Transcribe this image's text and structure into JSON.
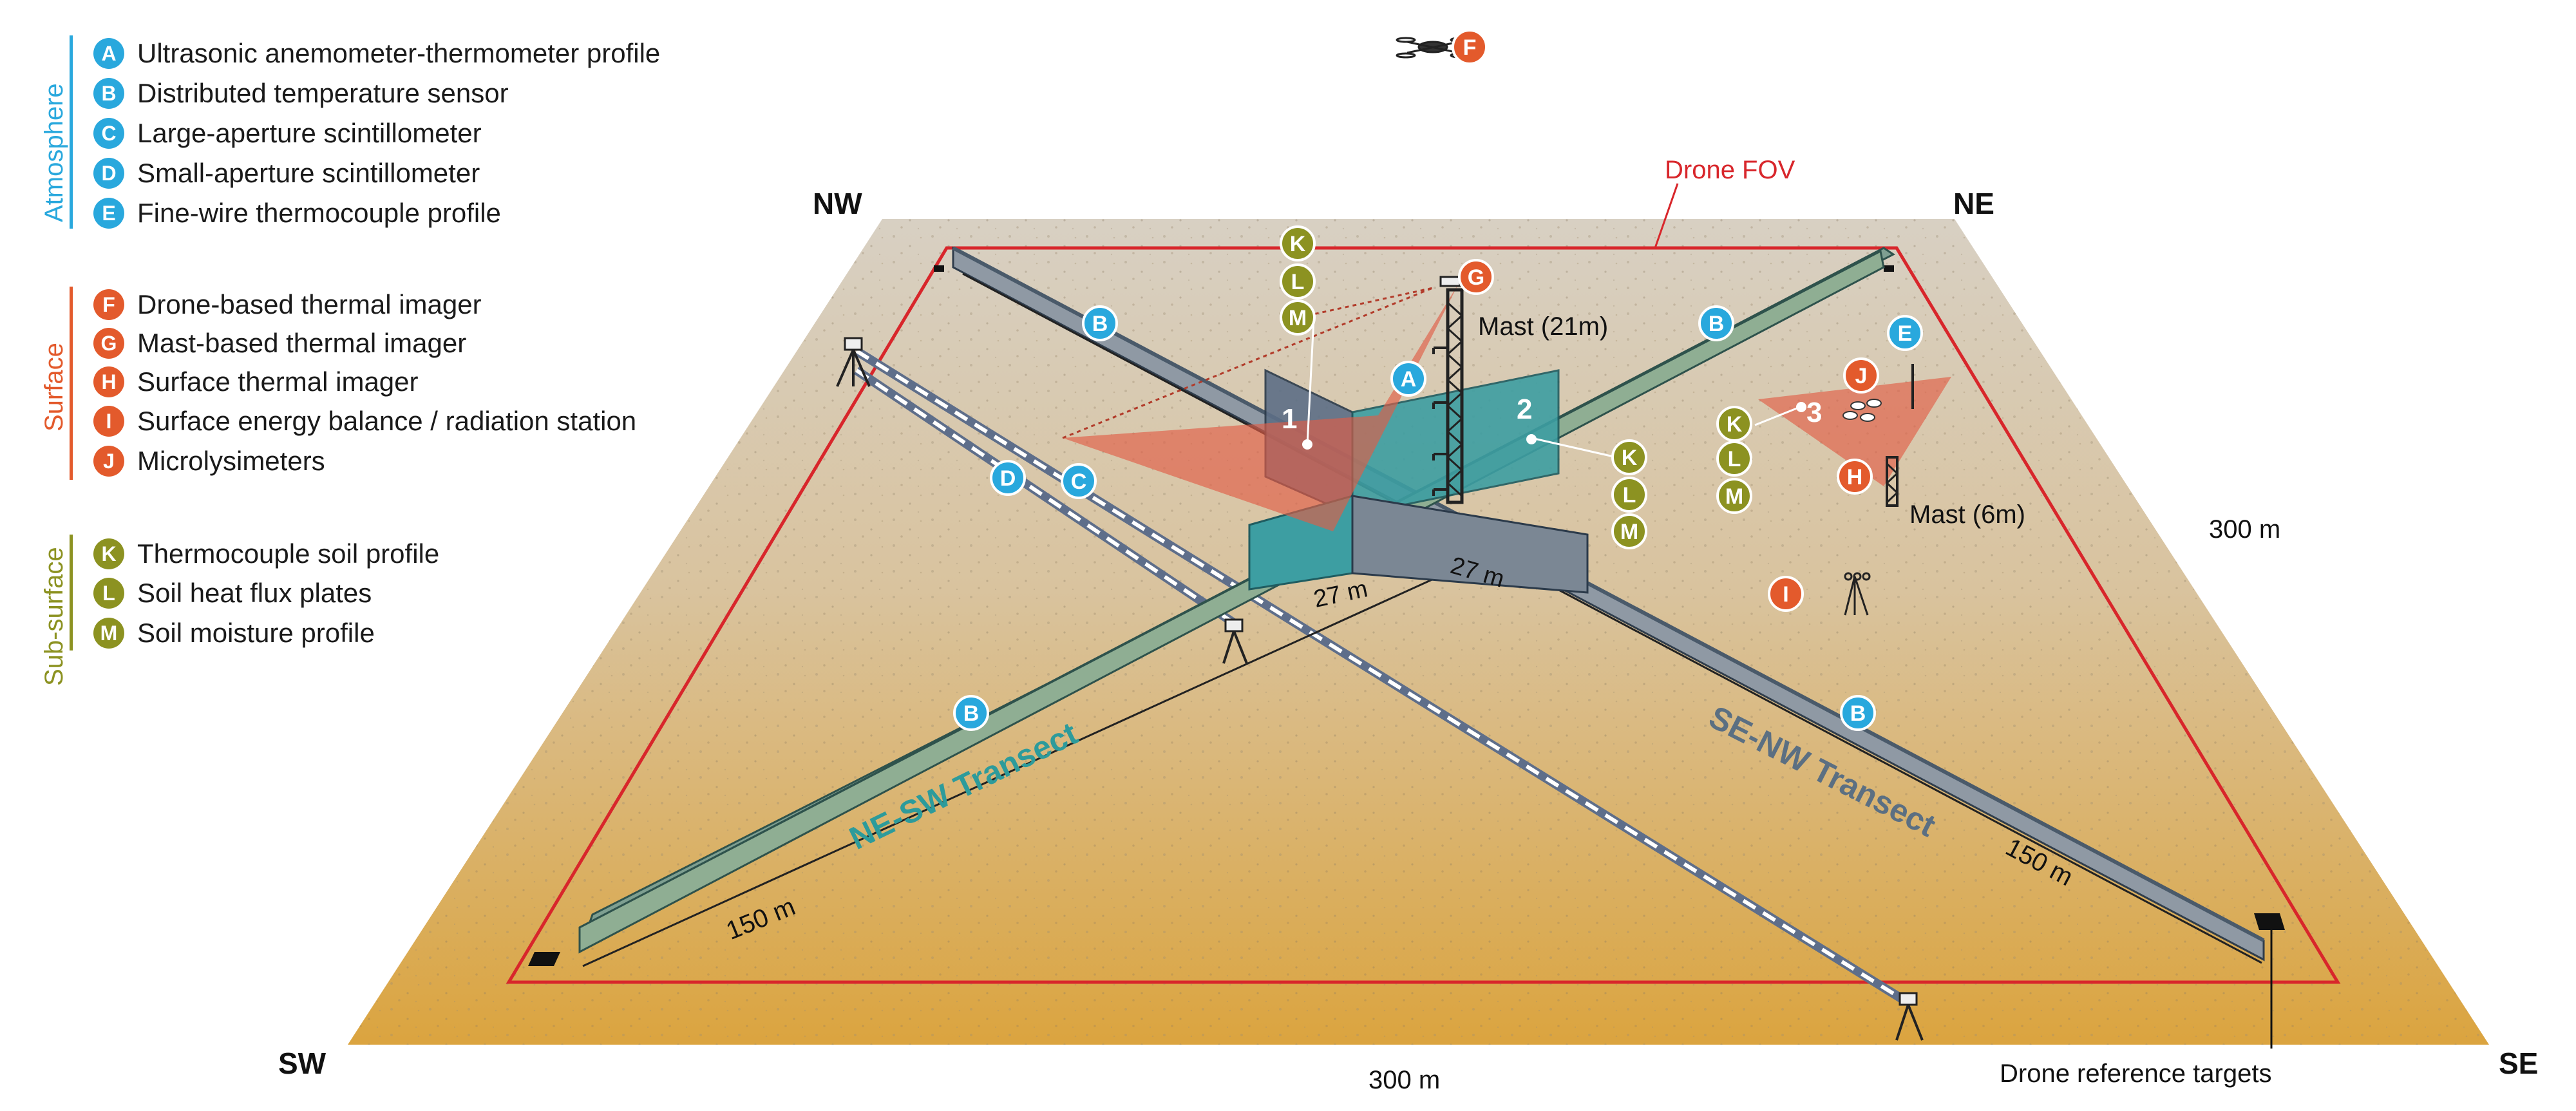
{
  "colors": {
    "atmosphere": "#29a8dd",
    "surface": "#e35a2c",
    "subsurface": "#8c9221",
    "fov": "#d8262b",
    "teal": "#2d9b9b",
    "slate": "#5b6f82",
    "ground_top": "#d7cfc2",
    "ground_bottom": "#d9a645"
  },
  "legend": {
    "groups": [
      {
        "name": "Atmosphere",
        "items": [
          {
            "letter": "A",
            "text": "Ultrasonic anemometer-thermometer profile"
          },
          {
            "letter": "B",
            "text": "Distributed temperature sensor"
          },
          {
            "letter": "C",
            "text": "Large-aperture scintillometer"
          },
          {
            "letter": "D",
            "text": "Small-aperture scintillometer"
          },
          {
            "letter": "E",
            "text": "Fine-wire thermocouple profile"
          }
        ]
      },
      {
        "name": "Surface",
        "items": [
          {
            "letter": "F",
            "text": "Drone-based thermal imager"
          },
          {
            "letter": "G",
            "text": "Mast-based thermal imager"
          },
          {
            "letter": "H",
            "text": "Surface thermal imager"
          },
          {
            "letter": "I",
            "text": "Surface energy balance / radiation station"
          },
          {
            "letter": "J",
            "text": "Microlysimeters"
          }
        ]
      },
      {
        "name": "Sub-surface",
        "items": [
          {
            "letter": "K",
            "text": "Thermocouple soil profile"
          },
          {
            "letter": "L",
            "text": "Soil heat flux plates"
          },
          {
            "letter": "M",
            "text": "Soil moisture profile"
          }
        ]
      }
    ]
  },
  "corners": {
    "nw": "NW",
    "ne": "NE",
    "sw": "SW",
    "se": "SE"
  },
  "labels": {
    "drone_fov": "Drone FOV",
    "mast21": "Mast (21m)",
    "mast6": "Mast (6m)",
    "dim_right": "300 m",
    "dim_bottom": "300 m",
    "dim_27a": "27 m",
    "dim_27b": "27 m",
    "dim_150a": "150 m",
    "dim_150b": "150 m",
    "ne_sw": "NE-SW Transect",
    "se_nw": "SE-NW Transect",
    "targets": "Drone reference targets",
    "site1": "1",
    "site2": "2",
    "site3": "3"
  },
  "scene_badges": {
    "f": "F",
    "g": "G",
    "a": "A",
    "e": "E",
    "j": "J",
    "h": "H",
    "i": "I",
    "b1": "B",
    "b2": "B",
    "b3": "B",
    "b4": "B",
    "c": "C",
    "d": "D",
    "k1": "K",
    "l1": "L",
    "m1": "M",
    "k2": "K",
    "l2": "L",
    "m2": "M",
    "k3": "K",
    "l3": "L",
    "m3": "M"
  }
}
